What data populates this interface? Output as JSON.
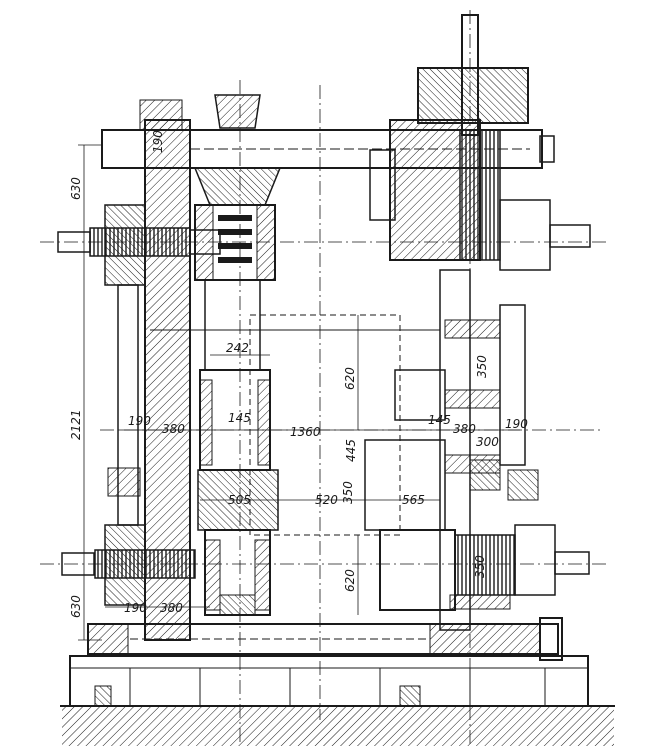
{
  "dimensions": {
    "d190_top": "190",
    "d630_top": "630",
    "d242": "242",
    "d620_upper": "620",
    "d350_upper": "350",
    "d2121": "2121",
    "d190_mid": "190",
    "d380_mid": "380",
    "d145_left": "145",
    "d1360": "1360",
    "d145_right": "145",
    "d380_right": "380",
    "d300": "300",
    "d190_right": "190",
    "d445": "445",
    "d505": "505",
    "d520": "520",
    "d350_mid": "350",
    "d565": "565",
    "d350_lower": "350",
    "d620_lower": "620",
    "d630_bottom": "630",
    "d190_bottom": "190",
    "d380_bottom": "380"
  },
  "colors": {
    "ink": "#1a1a1a",
    "paper": "#ffffff"
  }
}
